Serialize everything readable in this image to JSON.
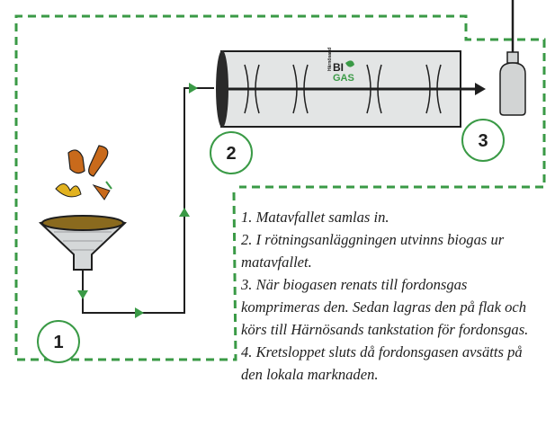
{
  "steps": {
    "step1": "1",
    "step2": "2",
    "step3": "3"
  },
  "logo": {
    "line1": "BI",
    "line2": "GAS",
    "small": "Härnösand"
  },
  "description": [
    "1. Matavfallet samlas in.",
    "2. I rötningsanläggningen utvinns biogas ur matavfallet.",
    "3. När biogasen renats till fordonsgas komprimeras den. Sedan lagras den på flak och körs till Härnösands tankstation för fordonsgas.",
    "4. Kretsloppet sluts då fordonsgasen avsätts på den lokala marknaden."
  ],
  "colors": {
    "green": "#3a9a46",
    "line": "#1e1e1e",
    "funnel": "#d5d8d9",
    "compost": "#8a6a1e",
    "tank": "#e3e5e5",
    "tank_end": "#2a2a2a",
    "cylinder": "#d2d4d4",
    "orange": "#c96a1b",
    "banana": "#e2b21f"
  }
}
